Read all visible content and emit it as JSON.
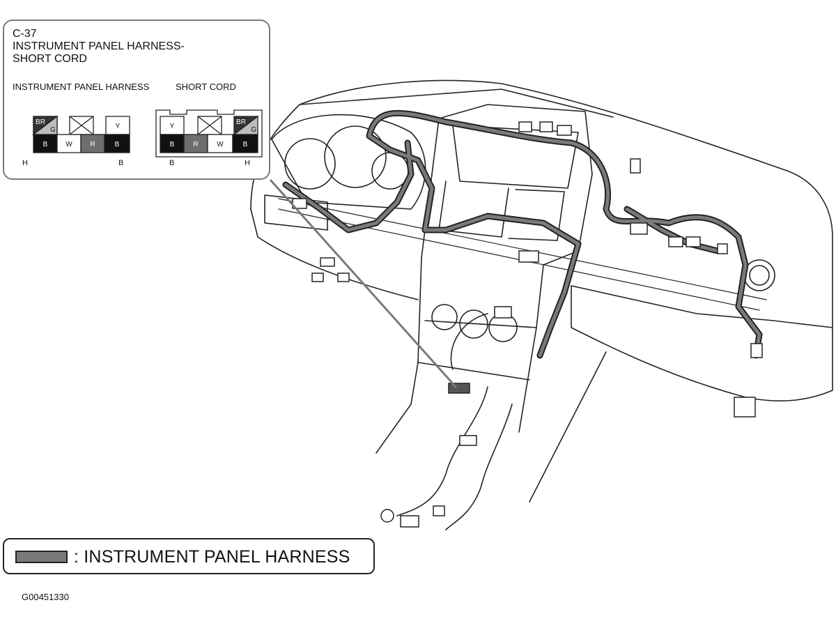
{
  "callout": {
    "connector_id": "C-37",
    "title_line1": "INSTRUMENT PANEL HARNESS-",
    "title_line2": "SHORT CORD",
    "left_connector": {
      "label": "INSTRUMENT PANEL HARNESS",
      "top_pins": [
        "BR/G",
        "",
        "Y"
      ],
      "bottom_pins": [
        "B",
        "W",
        "R",
        "B"
      ],
      "edge_left": "H",
      "edge_right": "B"
    },
    "right_connector": {
      "label": "SHORT CORD",
      "top_pins": [
        "Y",
        "",
        "BR/G"
      ],
      "bottom_pins": [
        "B",
        "R",
        "W",
        "B"
      ],
      "edge_left": "B",
      "edge_right": "H"
    },
    "pin_text": {
      "br": "BR",
      "g": "G",
      "y": "Y",
      "b": "B",
      "w": "W",
      "r": "R"
    }
  },
  "legend": {
    "label": ": INSTRUMENT PANEL HARNESS",
    "harness_color": "#7a7a7a"
  },
  "figure_id": "G00451330",
  "colors": {
    "line": "#222222",
    "harness": "#7a7a7a",
    "pin_black": "#111111",
    "pin_gray": "#6e6e6e"
  }
}
